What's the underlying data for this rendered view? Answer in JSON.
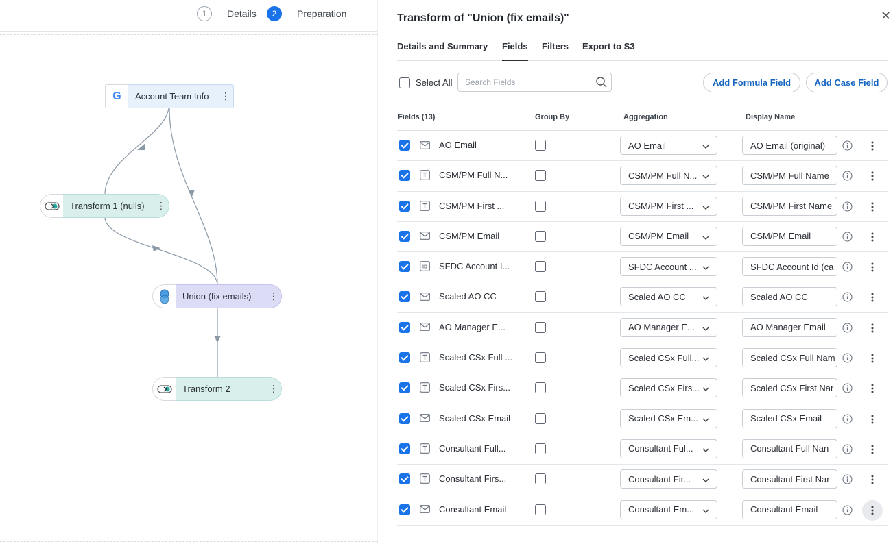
{
  "stepper": {
    "steps": [
      {
        "number": "1",
        "label": "Details",
        "state": "done"
      },
      {
        "number": "2",
        "label": "Preparation",
        "state": "active"
      }
    ]
  },
  "canvas": {
    "nodes": {
      "source": {
        "label": "Account Team Info",
        "icon": "google-icon"
      },
      "transform1": {
        "label": "Transform 1 (nulls)",
        "icon": "transform-icon"
      },
      "union": {
        "label": "Union (fix emails)",
        "icon": "union-icon"
      },
      "transform2": {
        "label": "Transform 2",
        "icon": "transform-icon"
      }
    },
    "menu_glyph": "⋮"
  },
  "panel": {
    "title": "Transform of \"Union (fix emails)\"",
    "close_glyph": "✕",
    "tabs": [
      {
        "label": "Details and Summary",
        "active": false
      },
      {
        "label": "Fields",
        "active": true
      },
      {
        "label": "Filters",
        "active": false
      },
      {
        "label": "Export to S3",
        "active": false
      }
    ],
    "toolbar": {
      "select_all_label": "Select All",
      "search_placeholder": "Search Fields",
      "add_formula_label": "Add Formula Field",
      "add_case_label": "Add Case Field"
    },
    "table": {
      "headers": {
        "fields": "Fields (13)",
        "group_by": "Group By",
        "aggregation": "Aggregation",
        "display_name": "Display Name"
      },
      "rows": [
        {
          "type": "email",
          "name": "AO Email",
          "aggregation": "AO Email",
          "display": "AO Email (original)"
        },
        {
          "type": "text",
          "name": "CSM/PM Full N...",
          "aggregation": "CSM/PM Full N...",
          "display": "CSM/PM Full Name"
        },
        {
          "type": "text",
          "name": "CSM/PM First ...",
          "aggregation": "CSM/PM First ...",
          "display": "CSM/PM First Name"
        },
        {
          "type": "email",
          "name": "CSM/PM Email",
          "aggregation": "CSM/PM Email",
          "display": "CSM/PM Email"
        },
        {
          "type": "id",
          "name": "SFDC Account I...",
          "aggregation": "SFDC Account ...",
          "display": "SFDC Account Id (ca"
        },
        {
          "type": "email",
          "name": "Scaled AO CC",
          "aggregation": "Scaled AO CC",
          "display": "Scaled AO CC"
        },
        {
          "type": "email",
          "name": "AO Manager E...",
          "aggregation": "AO Manager E...",
          "display": "AO Manager Email"
        },
        {
          "type": "text",
          "name": "Scaled CSx Full ...",
          "aggregation": "Scaled CSx Full...",
          "display": "Scaled CSx Full Nam"
        },
        {
          "type": "text",
          "name": "Scaled CSx Firs...",
          "aggregation": "Scaled CSx Firs...",
          "display": "Scaled CSx First Nar"
        },
        {
          "type": "email",
          "name": "Scaled CSx Email",
          "aggregation": "Scaled CSx Em...",
          "display": "Scaled CSx Email"
        },
        {
          "type": "text",
          "name": "Consultant Full...",
          "aggregation": "Consultant Ful...",
          "display": "Consultant Full Nan"
        },
        {
          "type": "text",
          "name": "Consultant Firs...",
          "aggregation": "Consultant Fir...",
          "display": "Consultant First Nar"
        },
        {
          "type": "email",
          "name": "Consultant Email",
          "aggregation": "Consultant Em...",
          "display": "Consultant Email"
        }
      ]
    }
  },
  "colors": {
    "accent": "#1a73e8",
    "link": "#1565c0",
    "source_node": "#e6f1fb",
    "transform_node": "#d8efec",
    "union_node": "#dcdcf7",
    "edge": "#8c9aa8"
  }
}
